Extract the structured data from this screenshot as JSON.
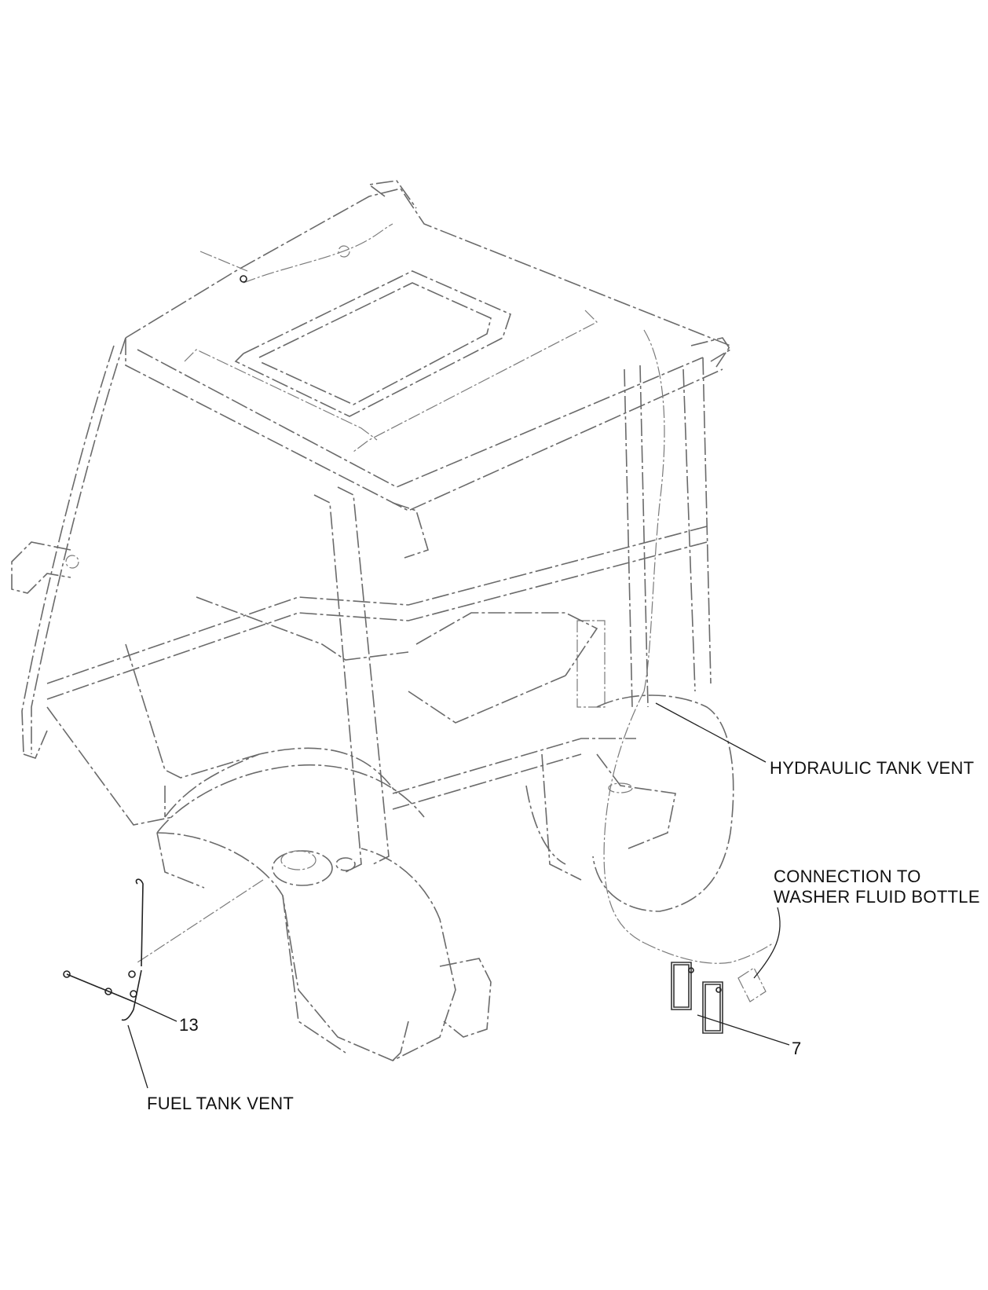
{
  "callouts": {
    "hydraulic_tank_vent": "HYDRAULIC TANK VENT",
    "connection_line1": "CONNECTION TO",
    "connection_line2": "WASHER FLUID BOTTLE",
    "item_13": "13",
    "item_7": "7",
    "fuel_tank_vent": "FUEL TANK VENT"
  }
}
